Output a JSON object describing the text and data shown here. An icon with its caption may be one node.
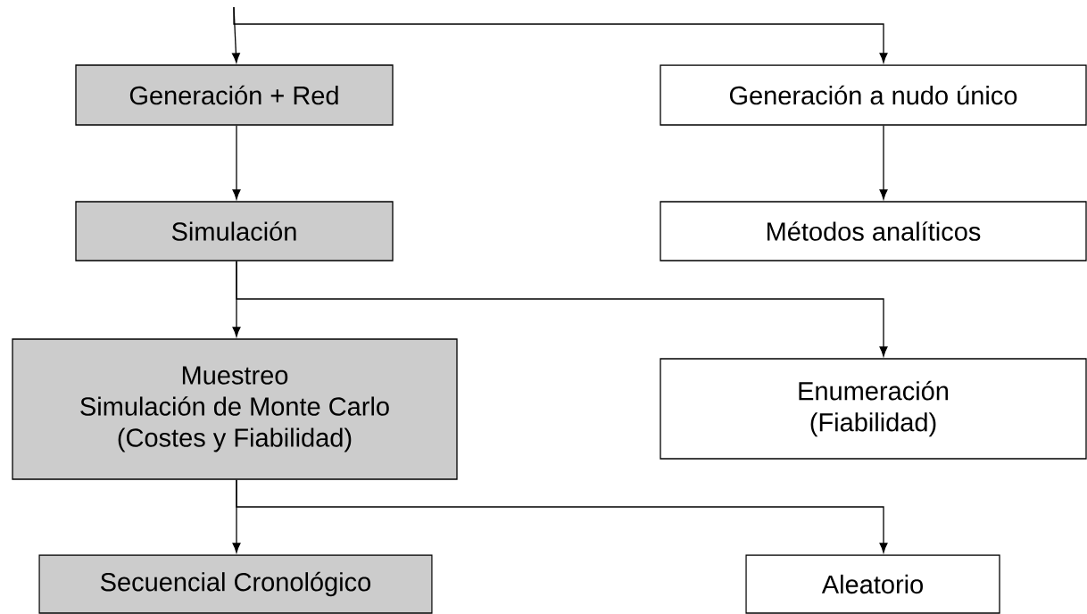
{
  "diagram": {
    "nodes": [
      {
        "text": [
          "Generación + Red"
        ]
      },
      {
        "text": [
          "Generación a nudo único"
        ]
      },
      {
        "text": [
          "Simulación"
        ]
      },
      {
        "text": [
          "Métodos analíticos"
        ]
      },
      {
        "text": [
          "Muestreo",
          "Simulación de Monte Carlo (Costes y Fiabilidad)"
        ]
      },
      {
        "text": [
          "Enumeración (Fiabilidad)"
        ]
      },
      {
        "text": [
          "Secuencial Cronológico"
        ]
      },
      {
        "text": [
          "Aleatorio"
        ]
      }
    ],
    "edges": [
      {
        "from": null,
        "to": 0,
        "arrow": "to"
      },
      {
        "from": null,
        "to": 1,
        "arrow": "to"
      },
      {
        "from": 0,
        "to": 2,
        "arrow": "to"
      },
      {
        "from": 1,
        "to": 3,
        "arrow": "to"
      },
      {
        "from": 2,
        "to": 4,
        "arrow": "to"
      },
      {
        "from": 2,
        "to": 5,
        "arrow": "to"
      },
      {
        "from": 4,
        "to": 6,
        "arrow": "to"
      },
      {
        "from": 4,
        "to": 7,
        "arrow": "to"
      }
    ]
  }
}
